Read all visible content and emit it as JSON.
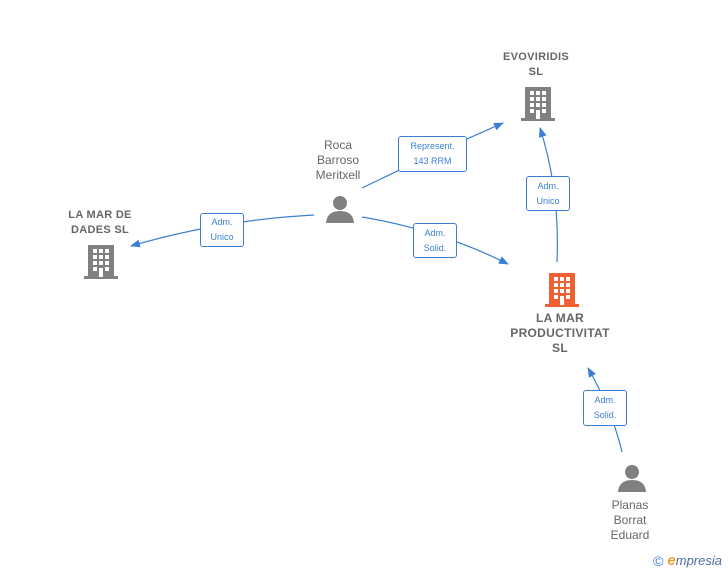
{
  "nodes": {
    "evoviridis": {
      "line1": "EVOVIRIDIS",
      "line2": "SL"
    },
    "lamardades": {
      "line1": "LA MAR DE",
      "line2": "DADES  SL"
    },
    "lamarproductivitat": {
      "line1": "LA MAR",
      "line2": "PRODUCTIVITAT",
      "line3": "SL"
    },
    "roca": {
      "line1": "Roca",
      "line2": "Barroso",
      "line3": "Meritxell"
    },
    "planas": {
      "line1": "Planas",
      "line2": "Borrat",
      "line3": "Eduard"
    }
  },
  "edges": {
    "represent": {
      "line1": "Represent.",
      "line2": "143 RRM"
    },
    "adm_unico_left": {
      "line1": "Adm.",
      "line2": "Unico"
    },
    "adm_unico_right": {
      "line1": "Adm.",
      "line2": "Unico"
    },
    "adm_solid_roca": {
      "line1": "Adm.",
      "line2": "Solid."
    },
    "adm_solid_planas": {
      "line1": "Adm.",
      "line2": "Solid."
    }
  },
  "colors": {
    "edge": "#3a7fd4",
    "company_icon": "#808080",
    "main_company_icon": "#f06030",
    "person_icon": "#808080"
  },
  "footer": {
    "copyright": "©",
    "brand_initial": "e",
    "brand_rest": "mpresia"
  }
}
